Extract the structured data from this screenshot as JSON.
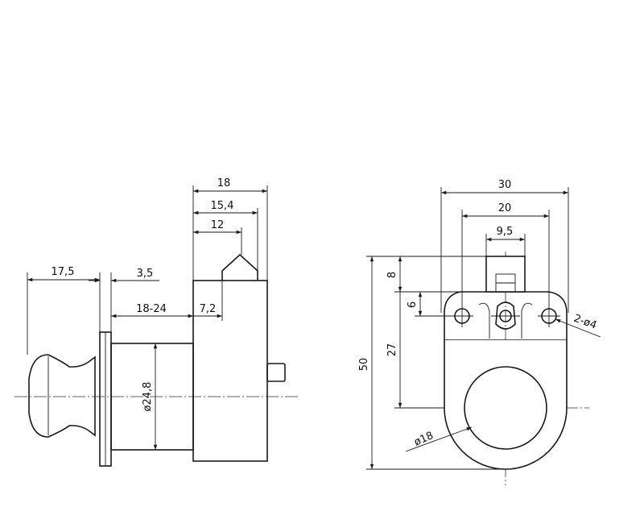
{
  "side_view": {
    "dims": {
      "d18": "18",
      "d15_4": "15,4",
      "d12": "12",
      "d17_5": "17,5",
      "d3_5": "3,5",
      "d18_24": "18-24",
      "d7_2": "7,2",
      "d24_8": "ø24,8"
    }
  },
  "front_view": {
    "dims": {
      "d30": "30",
      "d20": "20",
      "d9_5": "9,5",
      "d8": "8",
      "d6": "6",
      "d27": "27",
      "d50": "50",
      "d2x4": "2-ø4",
      "d18": "ø18"
    }
  }
}
